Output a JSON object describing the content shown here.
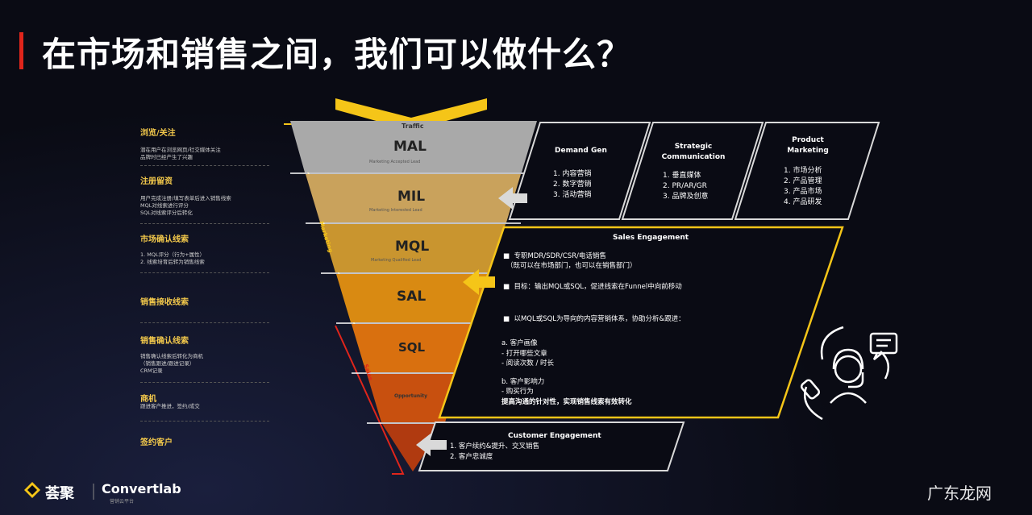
{
  "title": "在市场和销售之间，我们可以做什么？",
  "left_stages": [
    {
      "label": "浏览/关注",
      "desc": [
        "潜在用户在浏览网页/社交媒体关注",
        "品牌时已经产生了兴趣"
      ]
    },
    {
      "label": "注册留资",
      "desc": [
        "用户完成注册/填写表单后进入销售线索",
        "MQL对线索进行评分",
        "SQL对线索评分后转化"
      ]
    },
    {
      "label": "市场确认线索",
      "desc": [
        "1. MQL评分（行为+属性）",
        "2. 线索培育后转为销售线索"
      ]
    },
    {
      "label": "销售接收线索",
      "desc": []
    },
    {
      "label": "销售确认线索",
      "desc": [
        "销售确认线索后转化为商机",
        "（销售跟进/跟进记录）",
        "CRM记录"
      ]
    },
    {
      "label": "商机",
      "desc": [
        "跟进客户推进，签约/成交"
      ]
    },
    {
      "label": "签约客户",
      "desc": []
    }
  ],
  "funnel": [
    {
      "label": "MAL",
      "sub": "Marketing Accepted Lead",
      "color": "#a9a9a9"
    },
    {
      "label": "MIL",
      "sub": "Marketing Interested Lead",
      "color": "#c9a25c"
    },
    {
      "label": "MQL",
      "sub": "Marketing Qualified Lead",
      "color": "#c9952f"
    },
    {
      "label": "SAL",
      "sub": "",
      "color": "#d98a12"
    },
    {
      "label": "SQL",
      "sub": "",
      "color": "#d9700f"
    },
    {
      "label": "Opportunity",
      "sub": "",
      "color": "#c8500f"
    },
    {
      "label": "",
      "sub": "",
      "color": "#b03a10"
    }
  ],
  "traffic_label": "Traffic",
  "side_labels": {
    "marketing": "Marketing",
    "sales": "Sales"
  },
  "boxes": {
    "demand_gen": {
      "title": "Demand Gen",
      "items": [
        "1. 内容营销",
        "2. 数字营销",
        "3. 活动营销"
      ]
    },
    "strategic": {
      "title_lines": [
        "Strategic",
        "Communication"
      ],
      "items": [
        "1. 垂直媒体",
        "2. PR/AR/GR",
        "3. 品牌及创意"
      ]
    },
    "product": {
      "title_lines": [
        "Product",
        "Marketing"
      ],
      "items": [
        "1. 市场分析",
        "2. 产品管理",
        "3. 产品市场",
        "4. 产品研发"
      ]
    },
    "sales_engagement": {
      "title": "Sales Engagement",
      "bullets": [
        [
          "专职MDR/SDR/CSR/电话销售",
          "（既可以在市场部门，也可以在销售部门）"
        ],
        [
          "目标：输出MQL或SQL，促进线索在Funnel中向前移动"
        ],
        [
          "以MQL或SQL为导向的内容营销体系，协助分析&跟进："
        ]
      ],
      "sub": [
        "a. 客户画像",
        "- 打开哪些文章",
        "- 阅读次数 / 时长",
        "b. 客户影响力",
        "- 购买行为",
        "提高沟通的针对性，实现销售线索有效转化"
      ]
    },
    "customer": {
      "title": "Customer Engagement",
      "items": [
        "1. 客户续约&提升、交叉销售",
        "2. 客户忠诚度"
      ]
    }
  },
  "footer": {
    "logo": "荟聚",
    "brand": "Convertlab",
    "brand_sub": "营销云平台"
  },
  "watermark": "广东龙网",
  "colors": {
    "accent_red": "#e0251b",
    "yellow": "#f5c518",
    "box_border": "#d9d9d9"
  }
}
